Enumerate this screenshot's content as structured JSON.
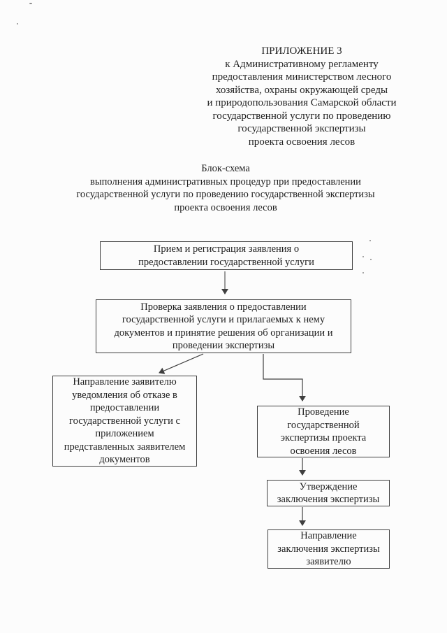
{
  "document": {
    "header": {
      "lines": [
        "ПРИЛОЖЕНИЕ 3",
        "к Административному регламенту",
        "предоставления министерством лесного",
        "хозяйства, охраны окружающей среды",
        "и природопользования Самарской области",
        "государственной услуги по проведению",
        "государственной экспертизы",
        "проекта освоения лесов"
      ]
    },
    "title": {
      "lines": [
        "Блок-схема",
        "выполнения административных процедур при предоставлении",
        "государственной услуги по проведению государственной экспертизы",
        "проекта освоения лесов"
      ]
    }
  },
  "flowchart": {
    "boxes": [
      {
        "id": "reception",
        "lines": [
          "Прием и регистрация заявления о",
          "предоставлении государственной услуги"
        ]
      },
      {
        "id": "check-decision",
        "lines": [
          "Проверка заявления о предоставлении",
          "государственной услуги и прилагаемых к нему",
          "документов и принятие решения об организации и",
          "проведении экспертизы"
        ]
      },
      {
        "id": "refusal-notice",
        "lines": [
          "Направление заявителю",
          "уведомления об отказе в",
          "предоставлении",
          "государственной услуги с",
          "приложением",
          "представленных заявителем",
          "документов"
        ]
      },
      {
        "id": "conduct-expertise",
        "lines": [
          "Проведение",
          "государственной",
          "экспертизы проекта",
          "освоения лесов"
        ]
      },
      {
        "id": "approve-conclusion",
        "lines": [
          "Утверждение",
          "заключения экспертизы"
        ]
      },
      {
        "id": "send-conclusion",
        "lines": [
          "Направление",
          "заключения экспертизы",
          "заявителю"
        ]
      }
    ]
  },
  "colors": {
    "ink": "#1e1e1e",
    "line": "#3f3f3f",
    "background": "#fcfcfc"
  }
}
